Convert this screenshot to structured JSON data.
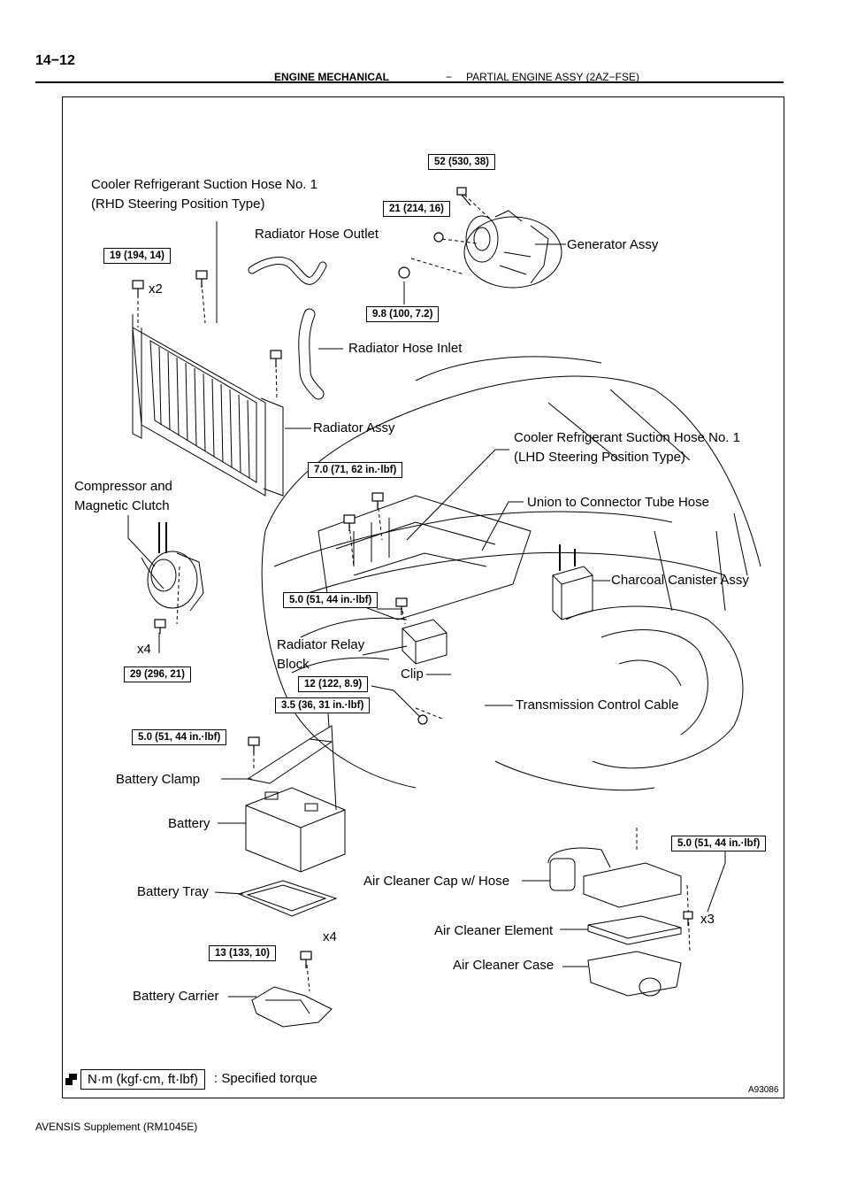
{
  "page": {
    "number": "14−12",
    "section": "ENGINE MECHANICAL",
    "separator": "−",
    "subtitle": "PARTIAL ENGINE ASSY (2AZ−FSE)",
    "footer": "AVENSIS Supplement   (RM1045E)",
    "figure_id": "A93086"
  },
  "labels": {
    "cooler_rhd_1": "Cooler Refrigerant Suction Hose No. 1",
    "cooler_rhd_2": "(RHD Steering Position Type)",
    "radiator_hose_outlet": "Radiator Hose Outlet",
    "generator_assy": "Generator Assy",
    "radiator_hose_inlet": "Radiator Hose Inlet",
    "radiator_assy": "Radiator Assy",
    "cooler_lhd_1": "Cooler Refrigerant Suction Hose No. 1",
    "cooler_lhd_2": "(LHD Steering Position Type)",
    "compressor_1": "Compressor and",
    "compressor_2": "Magnetic Clutch",
    "union_tube_hose": "Union to Connector Tube Hose",
    "charcoal_canister": "Charcoal Canister Assy",
    "radiator_relay_1": "Radiator Relay",
    "radiator_relay_2": "Block",
    "clip": "Clip",
    "transmission_cable": "Transmission Control Cable",
    "battery_clamp": "Battery Clamp",
    "battery": "Battery",
    "air_cleaner_cap": "Air Cleaner Cap w/ Hose",
    "battery_tray": "Battery Tray",
    "air_cleaner_element": "Air Cleaner Element",
    "air_cleaner_case": "Air Cleaner Case",
    "battery_carrier": "Battery Carrier",
    "x2": "x2",
    "x4_compressor": "x4",
    "x4_carrier": "x4",
    "x3": "x3"
  },
  "torques": {
    "t_52": "52 (530, 38)",
    "t_21": "21 (214, 16)",
    "t_19": "19 (194, 14)",
    "t_9_8": "9.8 (100, 7.2)",
    "t_7_0": "7.0 (71, 62 in.·lbf)",
    "t_5_0_relay": "5.0 (51, 44 in.·lbf)",
    "t_29": "29 (296, 21)",
    "t_12": "12 (122, 8.9)",
    "t_3_5": "3.5 (36, 31 in.·lbf)",
    "t_5_0_clamp": "5.0 (51, 44 in.·lbf)",
    "t_5_0_air": "5.0 (51, 44 in.·lbf)",
    "t_13": "13 (133, 10)"
  },
  "legend": {
    "units": "N·m (kgf·cm, ft·lbf)",
    "meaning": ": Specified torque"
  }
}
